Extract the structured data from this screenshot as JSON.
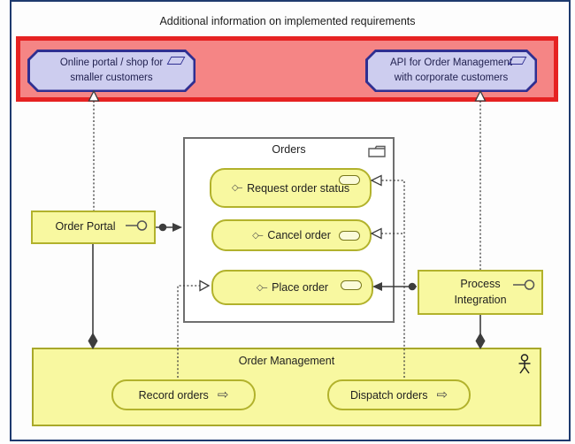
{
  "diagram_title": "Additional information on implemented requirements",
  "highlight_group": {
    "requirements": [
      {
        "line1": "Online portal / shop for",
        "line2": "smaller customers"
      },
      {
        "line1": "API for Order Management",
        "line2": "with corporate customers"
      }
    ]
  },
  "orders": {
    "title": "Orders",
    "services": [
      {
        "label": "Request order status"
      },
      {
        "label": "Cancel order"
      },
      {
        "label": "Place order"
      }
    ]
  },
  "components": {
    "order_portal": {
      "label": "Order Portal"
    },
    "process_integration": {
      "line1": "Process",
      "line2": "Integration"
    }
  },
  "order_management": {
    "title": "Order Management",
    "processes": [
      {
        "label": "Record orders"
      },
      {
        "label": "Dispatch orders"
      }
    ]
  },
  "icons": {
    "service_marker": "◇–",
    "process_arrow": "⇨"
  },
  "colors": {
    "highlight_border": "#e62222",
    "highlight_fill": "#f58585",
    "requirement_fill": "#cdcdef",
    "requirement_border": "#2f2f91",
    "element_fill": "#f8f8a0",
    "element_border": "#b2b22c",
    "container_border": "#6f6f6f",
    "page_border": "#1e3a6e",
    "connector": "#3d3d3d"
  }
}
